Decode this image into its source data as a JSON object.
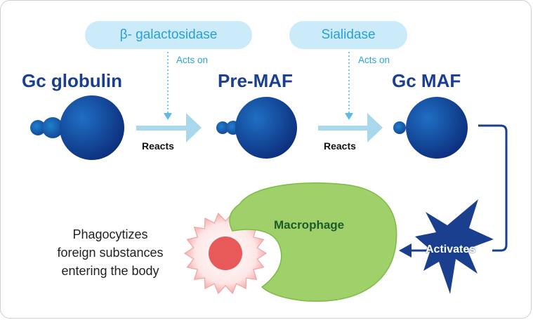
{
  "enzymes": [
    {
      "name": "β- galactosidase",
      "acts_on": "Acts on"
    },
    {
      "name": "Sialidase",
      "acts_on": "Acts on"
    }
  ],
  "stages": [
    "Gc globulin",
    "Pre-MAF",
    "Gc MAF"
  ],
  "reacts_label": "Reacts",
  "macrophage_label": "Macrophage",
  "activates_label": "Activates",
  "phagocytizes_text": [
    "Phagocytizes",
    "foreign substances",
    "entering the body"
  ],
  "colors": {
    "navy": "#1a3f8f",
    "pill_bg": "#ccebfa",
    "pill_text": "#2a9fd8",
    "arrow": "#a9d7ec",
    "macrophage": "#9fd06a",
    "burst": "#e85a5a"
  }
}
